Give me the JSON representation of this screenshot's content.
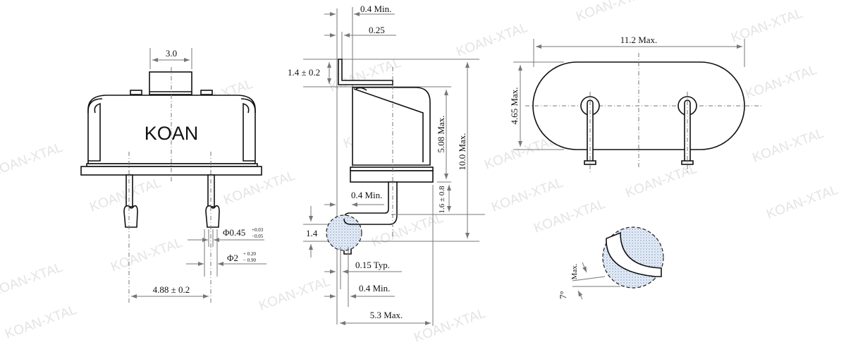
{
  "watermark": "KOAN-XTAL",
  "front_view": {
    "brand": "KOAN",
    "dim_top_width": "3.0",
    "dim_lead_dia": "Φ0.45",
    "dim_lead_dia_tol_plus": "+0.03",
    "dim_lead_dia_tol_minus": "−0.05",
    "dim_bulge_dia": "Φ2",
    "dim_bulge_tol_plus": "+ 0.20",
    "dim_bulge_tol_minus": "− 0.90",
    "dim_pitch": "4.88 ± 0.2"
  },
  "side_view": {
    "dim_top_min": "0.4 Min.",
    "dim_thickness": "0.25",
    "dim_tab_height": "1.4 ± 0.2",
    "dim_body_height": "5.08 Max.",
    "dim_total_height": "10.0 Max.",
    "dim_lead_standoff": "1.6 ± 0.8",
    "dim_lead_min": "0.4 Min.",
    "dim_bend": "1.4",
    "dim_typ": "0.15 Typ.",
    "dim_bottom_min": "0.4 Min.",
    "dim_width": "5.3 Max."
  },
  "top_view": {
    "dim_length": "11.2 Max.",
    "dim_height": "4.65 Max."
  },
  "detail": {
    "dim_angle": "7°",
    "dim_angle_label": "Max."
  }
}
